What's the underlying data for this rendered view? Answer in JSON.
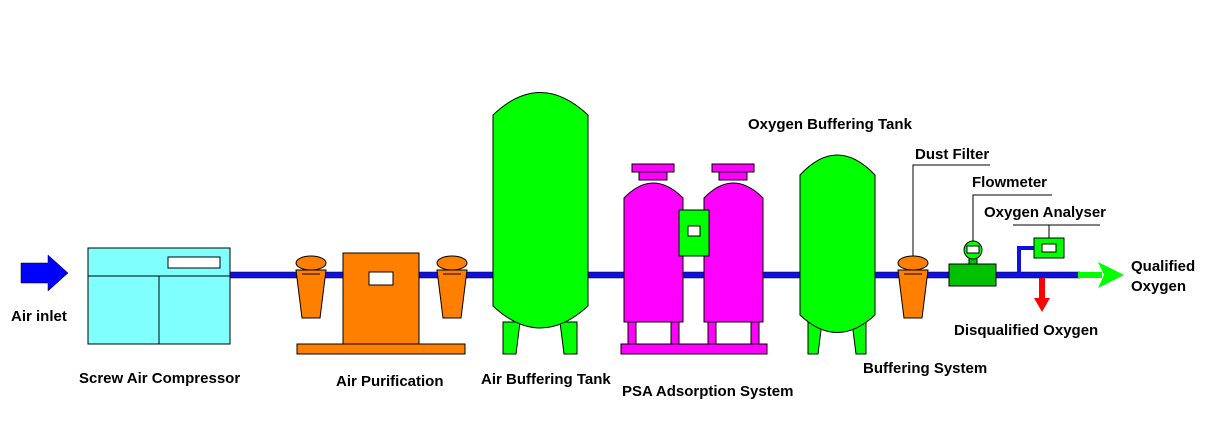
{
  "labels": {
    "air_inlet": "Air inlet",
    "screw_air_compressor": "Screw Air Compressor",
    "air_purification": "Air Purification",
    "air_buffering_tank": "Air Buffering Tank",
    "psa_adsorption_system": "PSA Adsorption System",
    "oxygen_buffering_tank": "Oxygen Buffering Tank",
    "buffering_system": "Buffering System",
    "dust_filter": "Dust Filter",
    "flowmeter": "Flowmeter",
    "oxygen_analyser": "Oxygen Analyser",
    "disqualified_oxygen": "Disqualified Oxygen",
    "qualified_oxygen_line1": "Qualified",
    "qualified_oxygen_line2": "Oxygen"
  },
  "colors": {
    "pipe": "#1010e0",
    "compressor": "#80ffff",
    "purification": "#ff8000",
    "buffer_tank": "#00ff00",
    "psa": "#ff00ff",
    "flowmeter": "#00c000",
    "analyser": "#00ff00",
    "qualified_arrow": "#00ff00",
    "disqualified_arrow": "#ff0000",
    "inlet_arrow": "#0000ff"
  }
}
